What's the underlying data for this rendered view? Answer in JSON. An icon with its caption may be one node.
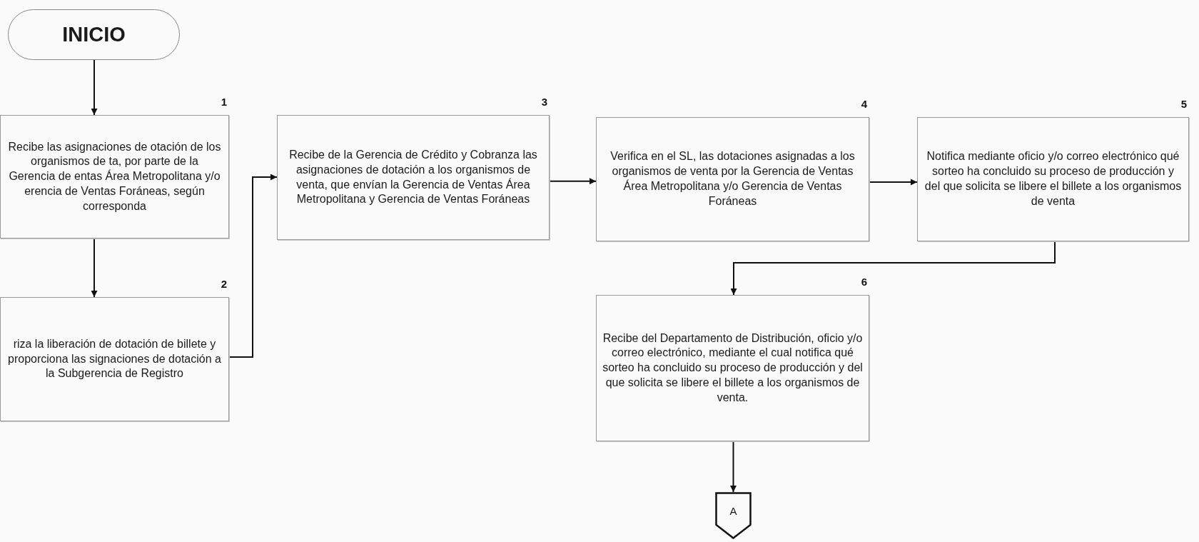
{
  "diagram": {
    "nodes": [
      {
        "text": [
          "INICIO"
        ]
      },
      {
        "text": [
          "Recibe las asignaciones de otación de los organismos de ta, por parte de la Gerencia de entas Área Metropolitana y/o erencia de Ventas Foráneas, según corresponda"
        ],
        "beside": [
          "1"
        ]
      },
      {
        "text": [
          "riza la liberación de dotación de billete y proporciona las signaciones de dotación a la Subgerencia de Registro"
        ],
        "beside": [
          "2"
        ]
      },
      {
        "text": [
          "Recibe de la Gerencia de Crédito y Cobranza las asignaciones de dotación a los organismos de venta, que envían la Gerencia de Ventas Área Metropolitana y Gerencia de Ventas Foráneas"
        ],
        "beside": [
          "3"
        ]
      },
      {
        "text": [
          "Verifica en el SL, las dotaciones asignadas a los organismos de venta por la Gerencia de Ventas Área Metropolitana y/o Gerencia de Ventas Foráneas"
        ],
        "beside": [
          "4"
        ]
      },
      {
        "text": [
          "Notifica mediante oficio y/o correo electrónico qué sorteo ha concluido su proceso de producción y del que solicita se libere el billete a los organismos de venta"
        ],
        "beside": [
          "5"
        ]
      },
      {
        "text": [
          "Recibe del Departamento de Distribución, oficio y/o correo electrónico, mediante el cual notifica qué sorteo ha concluido su proceso de producción y del que solicita se libere el billete a los organismos de venta."
        ],
        "beside": [
          "6"
        ]
      },
      {
        "text": [
          "A"
        ]
      }
    ],
    "edges": [
      {
        "from": 0,
        "to": 1,
        "arrow": "to"
      },
      {
        "from": 1,
        "to": 2,
        "arrow": "to"
      },
      {
        "from": 2,
        "to": 3,
        "arrow": "to"
      },
      {
        "from": 3,
        "to": 4,
        "arrow": "to"
      },
      {
        "from": 4,
        "to": 5,
        "arrow": "to"
      },
      {
        "from": 5,
        "to": 6,
        "arrow": "to"
      },
      {
        "from": 6,
        "to": 7,
        "arrow": "to"
      }
    ]
  }
}
